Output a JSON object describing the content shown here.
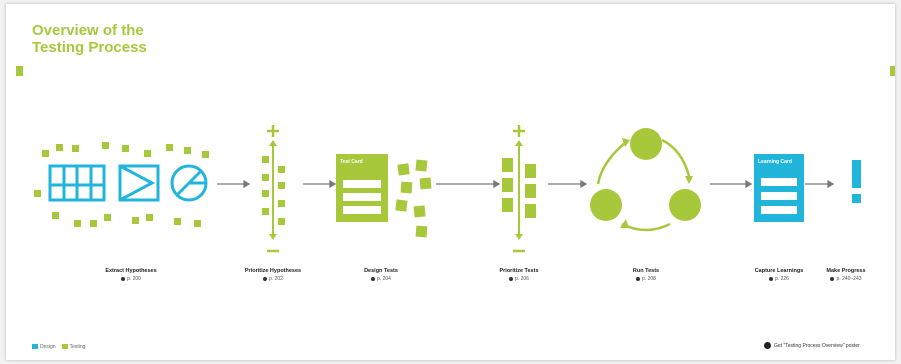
{
  "title_line1": "Overview of the",
  "title_line2": "Testing Process",
  "colors": {
    "accent_green": "#a8c83c",
    "accent_cyan": "#22b5dc",
    "arrow": "#7a7a7a"
  },
  "steps": [
    {
      "label": "Extract Hypotheses",
      "ref": "p. 200"
    },
    {
      "label": "Prioritize Hypotheses",
      "ref": "p. 202"
    },
    {
      "label": "Design Tests",
      "ref": "p. 204"
    },
    {
      "label": "Prioritize Tests",
      "ref": "p. 206"
    },
    {
      "label": "Run Tests",
      "ref": "p. 208"
    },
    {
      "label": "Capture Learnings",
      "ref": "p. 226"
    },
    {
      "label": "Make Progress",
      "ref": "p. 240–243"
    }
  ],
  "card_test": "Test Card",
  "card_learning": "Learning Card",
  "legend": [
    {
      "name": "Design",
      "color": "#22b5dc"
    },
    {
      "name": "Testing",
      "color": "#a8c83c"
    }
  ],
  "footer_note": "Get \"Testing Process Overview\" poster"
}
